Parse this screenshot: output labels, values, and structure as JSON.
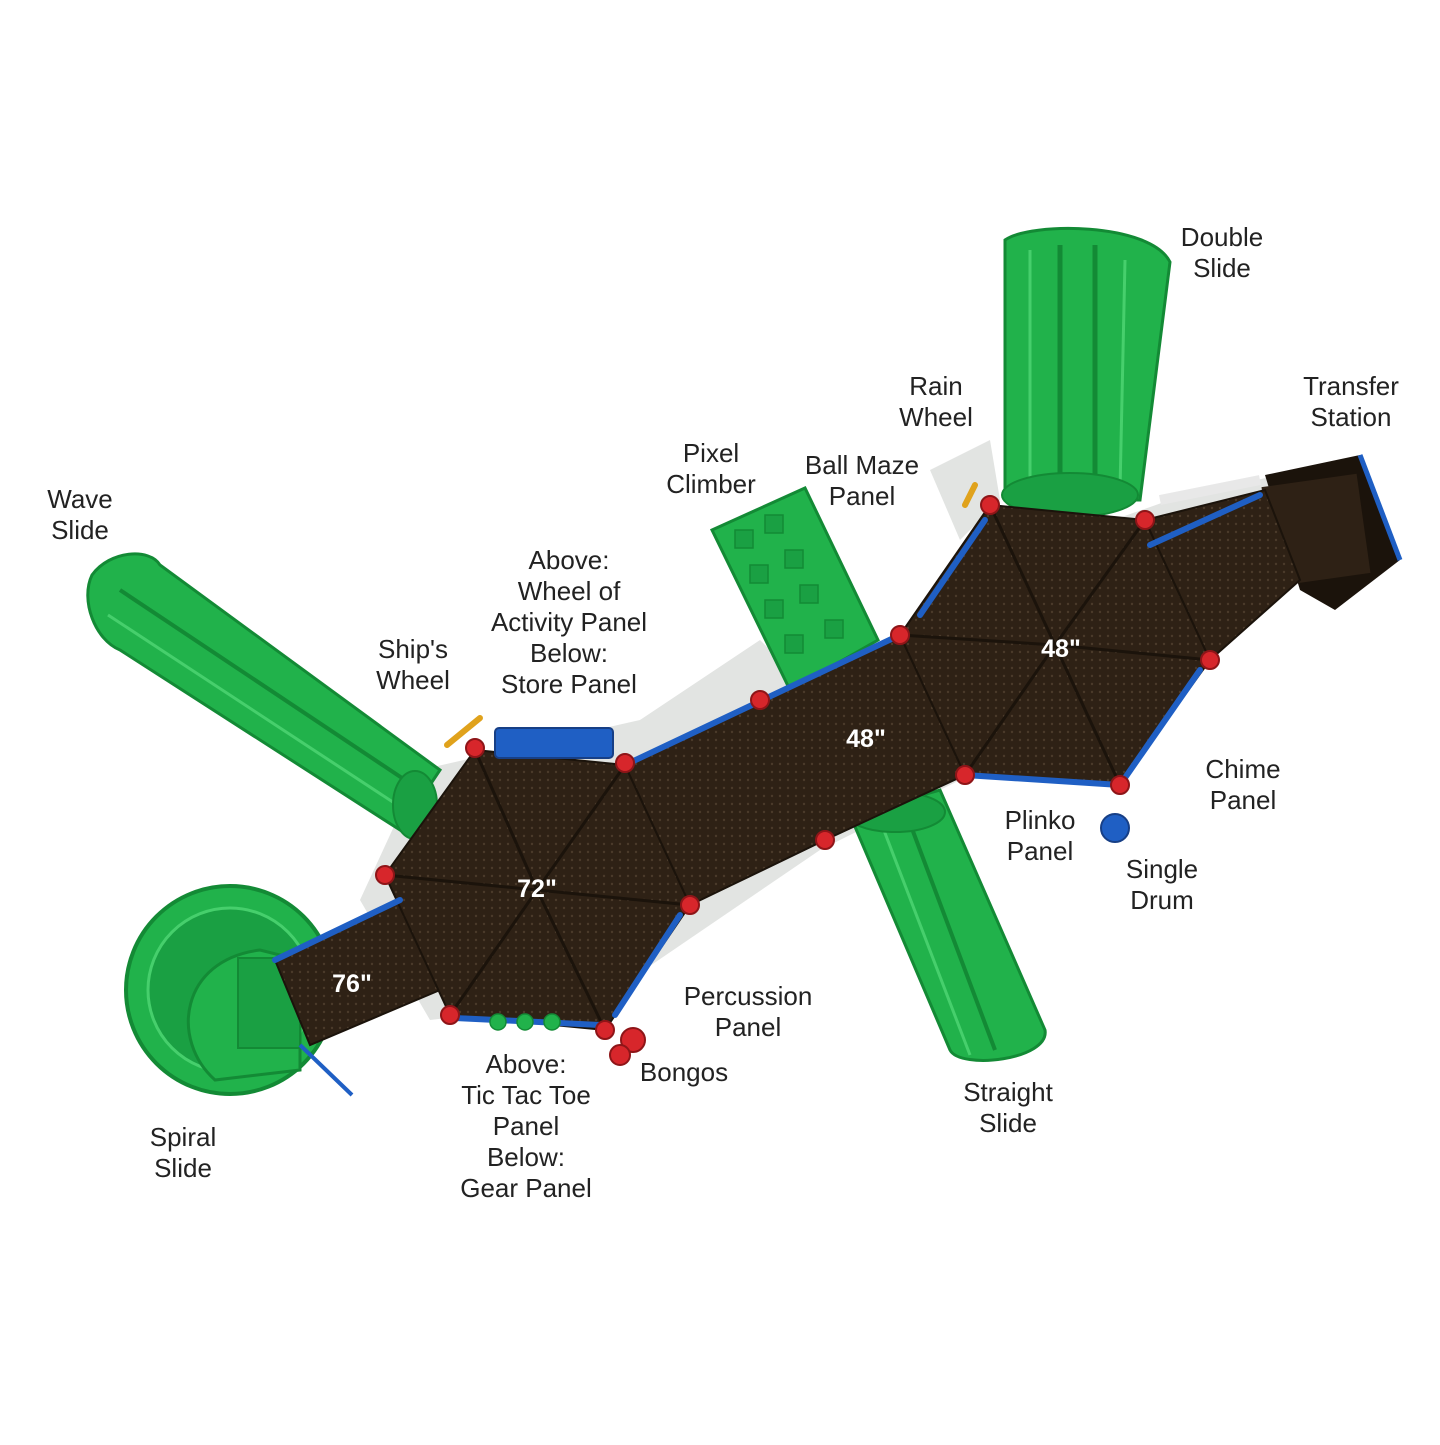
{
  "colors": {
    "slide_green": "#21b24b",
    "slide_green_dark": "#138a35",
    "slide_green_light": "#46cf6c",
    "deck_brown": "#2e2115",
    "deck_brown_dark": "#1b130b",
    "rail_blue": "#1f5fc4",
    "clamp_red": "#d7262b",
    "wheel_yellow": "#e0a21c",
    "shadow": "#cfd3cf"
  },
  "deck_heights": {
    "spiral_entry": "76\"",
    "main_hex": "72\"",
    "middle_deck": "48\"",
    "right_hex": "48\""
  },
  "callouts": {
    "wave_slide": [
      "Wave",
      "Slide"
    ],
    "spiral_slide": [
      "Spiral",
      "Slide"
    ],
    "ships_wheel": [
      "Ship's",
      "Wheel"
    ],
    "wheel_store_panel": [
      "Above:",
      "Wheel of",
      "Activity Panel",
      "Below:",
      "Store Panel"
    ],
    "pixel_climber": [
      "Pixel",
      "Climber"
    ],
    "ball_maze_panel": [
      "Ball Maze",
      "Panel"
    ],
    "rain_wheel": [
      "Rain",
      "Wheel"
    ],
    "double_slide": [
      "Double",
      "Slide"
    ],
    "transfer_station": [
      "Transfer",
      "Station"
    ],
    "chime_panel": [
      "Chime",
      "Panel"
    ],
    "plinko_panel": [
      "Plinko",
      "Panel"
    ],
    "single_drum": [
      "Single",
      "Drum"
    ],
    "percussion_panel": [
      "Percussion",
      "Panel"
    ],
    "bongos": [
      "Bongos"
    ],
    "tic_tac_gear_panel": [
      "Above:",
      "Tic Tac Toe",
      "Panel",
      "Below:",
      "Gear Panel"
    ],
    "straight_slide": [
      "Straight",
      "Slide"
    ]
  }
}
